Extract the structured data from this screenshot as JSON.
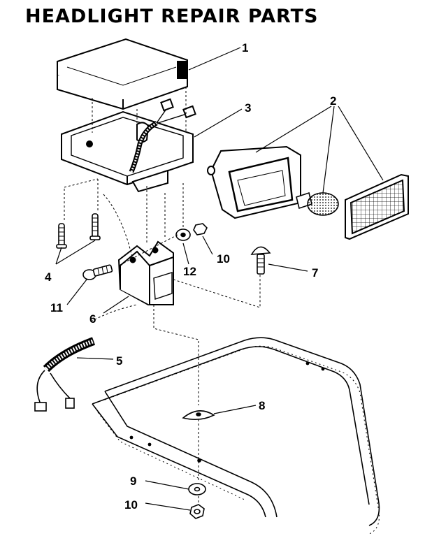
{
  "title": "HEADLIGHT REPAIR PARTS",
  "callouts": {
    "p1": "1",
    "p2": "2",
    "p3": "3",
    "p4": "4",
    "p5": "5",
    "p6": "6",
    "p7": "7",
    "p8": "8",
    "p9": "9",
    "p10_upper": "10",
    "p10_lower": "10",
    "p11": "11",
    "p12": "12"
  },
  "colors": {
    "ink": "#000000",
    "paper": "#ffffff",
    "dots": "#cccccc"
  }
}
